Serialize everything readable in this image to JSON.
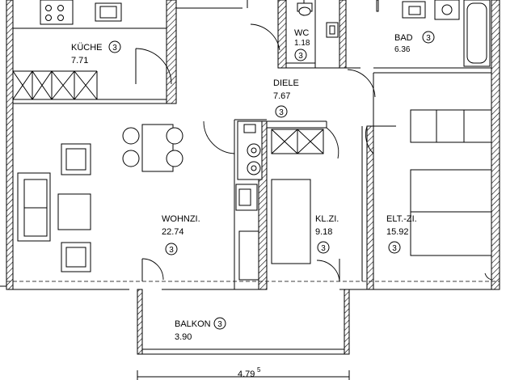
{
  "rooms": {
    "kueche": {
      "name": "KÜCHE",
      "area": "7.71",
      "unit": "3"
    },
    "wc": {
      "name": "WC",
      "area": "1.18",
      "unit": "3"
    },
    "bad": {
      "name": "BAD",
      "area": "6.36",
      "unit": "3"
    },
    "diele": {
      "name": "DIELE",
      "area": "7.67",
      "unit": "3"
    },
    "wohnzi": {
      "name": "WOHNZI.",
      "area": "22.74",
      "unit": "3"
    },
    "klzi": {
      "name": "KL.ZI.",
      "area": "9.18",
      "unit": "3"
    },
    "eltzi": {
      "name": "ELT.-ZI.",
      "area": "15.92",
      "unit": "3"
    },
    "balkon": {
      "name": "BALKON",
      "area": "3.90",
      "unit": "3"
    }
  },
  "dimension": {
    "value": "4.79",
    "superscript": "5"
  }
}
